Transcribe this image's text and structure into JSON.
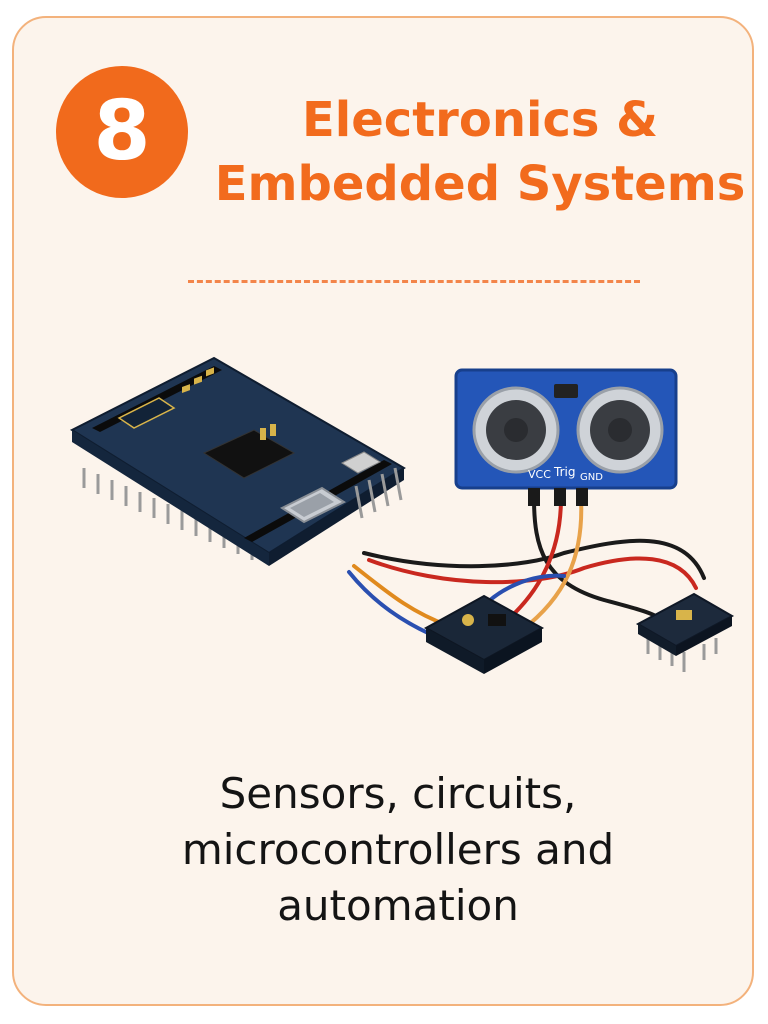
{
  "card": {
    "number": "8",
    "title_line1": "Electronics &",
    "title_line2": "Embedded Systems",
    "caption_line1": "Sensors, circuits,",
    "caption_line2": "microcontrollers and",
    "caption_line3": "automation"
  },
  "illustration": {
    "sensor_pin_labels": [
      "VCC",
      "Trig",
      "GND"
    ],
    "icons": [
      "microcontroller-board-icon",
      "ultrasonic-sensor-icon",
      "sensor-module-icon",
      "chip-module-icon",
      "jumper-wires-icon"
    ]
  },
  "colors": {
    "accent": "#f16a1c",
    "card_background": "#fcf4ec",
    "card_border": "#f3b27c",
    "caption_text": "#141414"
  }
}
